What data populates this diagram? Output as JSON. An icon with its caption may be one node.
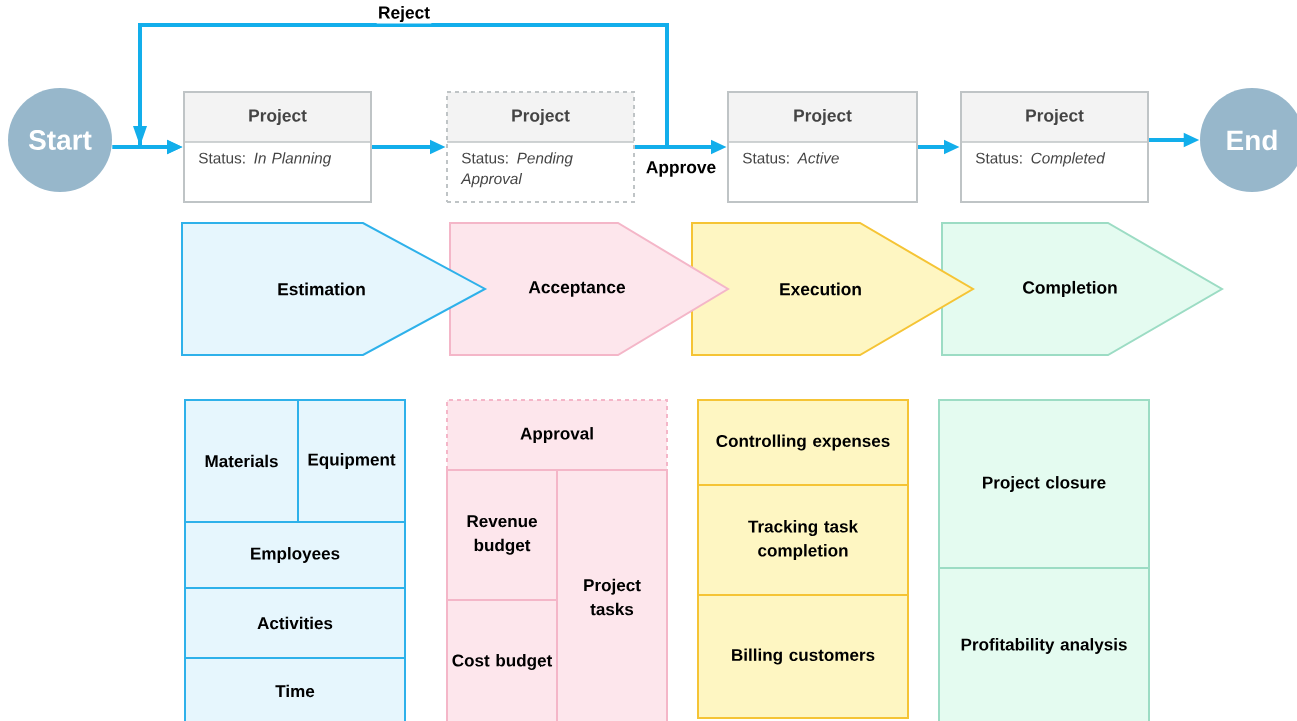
{
  "diagram": {
    "nodes": [
      {
        "text": [
          "Start"
        ]
      },
      {
        "text": [
          "Project",
          "Status: *In Planning*"
        ]
      },
      {
        "text": [
          "Project",
          "Status: *Pending Approval*"
        ]
      },
      {
        "text": [
          "Project",
          "Status: *Active*"
        ]
      },
      {
        "text": [
          "Project",
          "Status: *Completed*"
        ]
      },
      {
        "text": [
          "End"
        ]
      },
      {
        "text": [
          "Estimation"
        ]
      },
      {
        "text": [
          "Acceptance"
        ]
      },
      {
        "text": [
          "Execution"
        ]
      },
      {
        "text": [
          "Completion"
        ]
      },
      {
        "text": [
          "Materials"
        ]
      },
      {
        "text": [
          "Equipment"
        ]
      },
      {
        "text": [
          "Employees"
        ]
      },
      {
        "text": [
          "Activities"
        ]
      },
      {
        "text": [
          "Time"
        ]
      },
      {
        "text": [
          "Approval"
        ]
      },
      {
        "text": [
          "Revenue budget"
        ]
      },
      {
        "text": [
          "Project tasks"
        ]
      },
      {
        "text": [
          "Cost budget"
        ]
      },
      {
        "text": [
          "Controlling expenses"
        ]
      },
      {
        "text": [
          "Tracking task completion"
        ]
      },
      {
        "text": [
          "Billing customers"
        ]
      },
      {
        "text": [
          "Project closure"
        ]
      },
      {
        "text": [
          "Profitability analysis"
        ]
      }
    ],
    "edges": [
      {
        "from": 0,
        "to": 1,
        "arrow": "to"
      },
      {
        "from": 1,
        "to": 2,
        "arrow": "to"
      },
      {
        "from": 2,
        "to": 3,
        "arrow": "to",
        "label": "Approve"
      },
      {
        "from": 3,
        "to": 4,
        "arrow": "to"
      },
      {
        "from": 4,
        "to": 5,
        "arrow": "to"
      },
      {
        "from": 2,
        "to": 1,
        "arrow": "to",
        "label": "Reject"
      }
    ]
  }
}
